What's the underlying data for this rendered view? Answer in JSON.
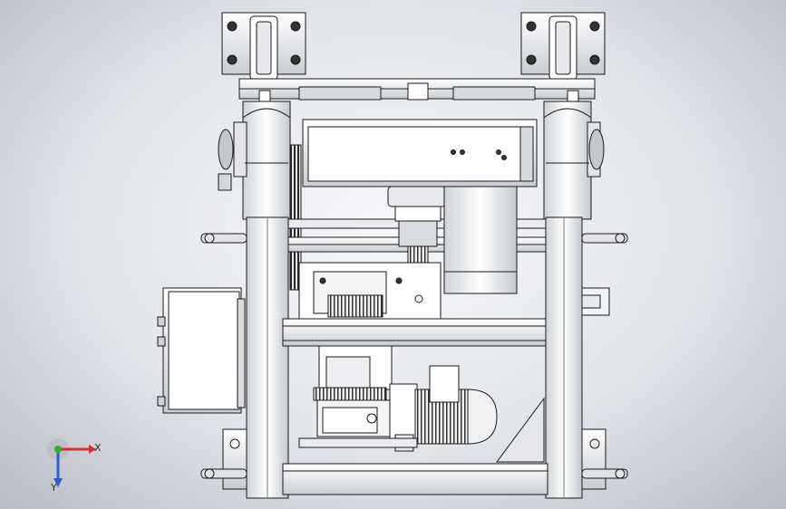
{
  "viewport": {
    "background_colors": [
      "#f6f7f9",
      "#e2e5ea",
      "#b8bcc4"
    ]
  },
  "model": {
    "view": "front",
    "line_color": "#1a1a1a",
    "face_color": "#ffffff",
    "shade_color": "#c9cdd3"
  },
  "triad": {
    "x_label": "X",
    "y_label": "Y",
    "x_color": "#d23030",
    "y_color": "#2f5fd0",
    "origin_color": "#2cb52c"
  }
}
